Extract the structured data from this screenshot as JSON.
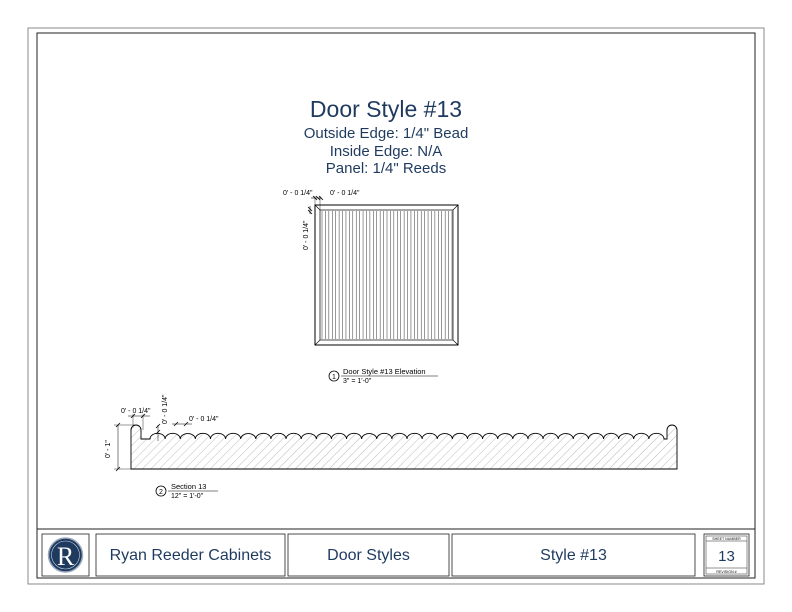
{
  "title": "Door Style #13",
  "specs": {
    "outside_edge": "Outside Edge: 1/4\" Bead",
    "inside_edge": "Inside Edge: N/A",
    "panel": "Panel: 1/4\" Reeds"
  },
  "elevation": {
    "dim_top_left": "0' - 0 1/4\"",
    "dim_top_right": "0' - 0 1/4\"",
    "dim_left": "0' - 0 1/4\"",
    "callout_number": "1",
    "callout_title": "Door Style #13 Elevation",
    "callout_scale": "3\" = 1'-0\""
  },
  "section": {
    "dim_top_left": "0' - 0 1/4\"",
    "dim_vertical_small": "0' - 0 1/4\"",
    "dim_top_mid": "0' - 0 1/4\"",
    "dim_height": "0' - 1\"",
    "callout_number": "2",
    "callout_title": "Section 13",
    "callout_scale": "12\" = 1'-0\""
  },
  "title_block": {
    "logo_letter": "R",
    "company": "Ryan Reeder Cabinets",
    "category": "Door Styles",
    "style": "Style #13",
    "sheet_number_label": "SHEET NUMBER",
    "sheet_number": "13",
    "revision_label": "REVISION #"
  },
  "colors": {
    "title_blue": "#1f3a5f",
    "logo_navy": "#1f3a5f"
  }
}
